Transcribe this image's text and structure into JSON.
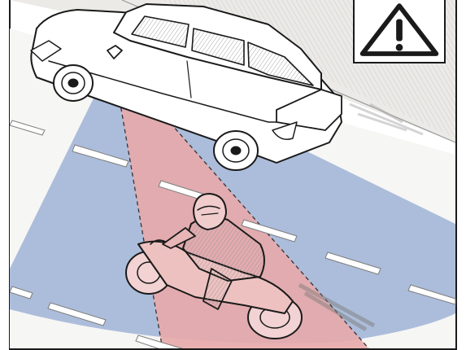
{
  "illustration": {
    "subject": "blind-spot",
    "elements": [
      "car",
      "motorcyclist",
      "road",
      "mirror-view-zone",
      "blind-spot-zone"
    ]
  },
  "colors": {
    "mirror_zone": "#9fb3d6",
    "blind_spot_zone": "#e8a9aa",
    "road": "#f4f4f2",
    "pavement": "#e4e2df",
    "line_art": "#1a1a1a",
    "lane_marking": "#8a8a8a"
  },
  "icons": {
    "warning": "warning-triangle-icon"
  }
}
